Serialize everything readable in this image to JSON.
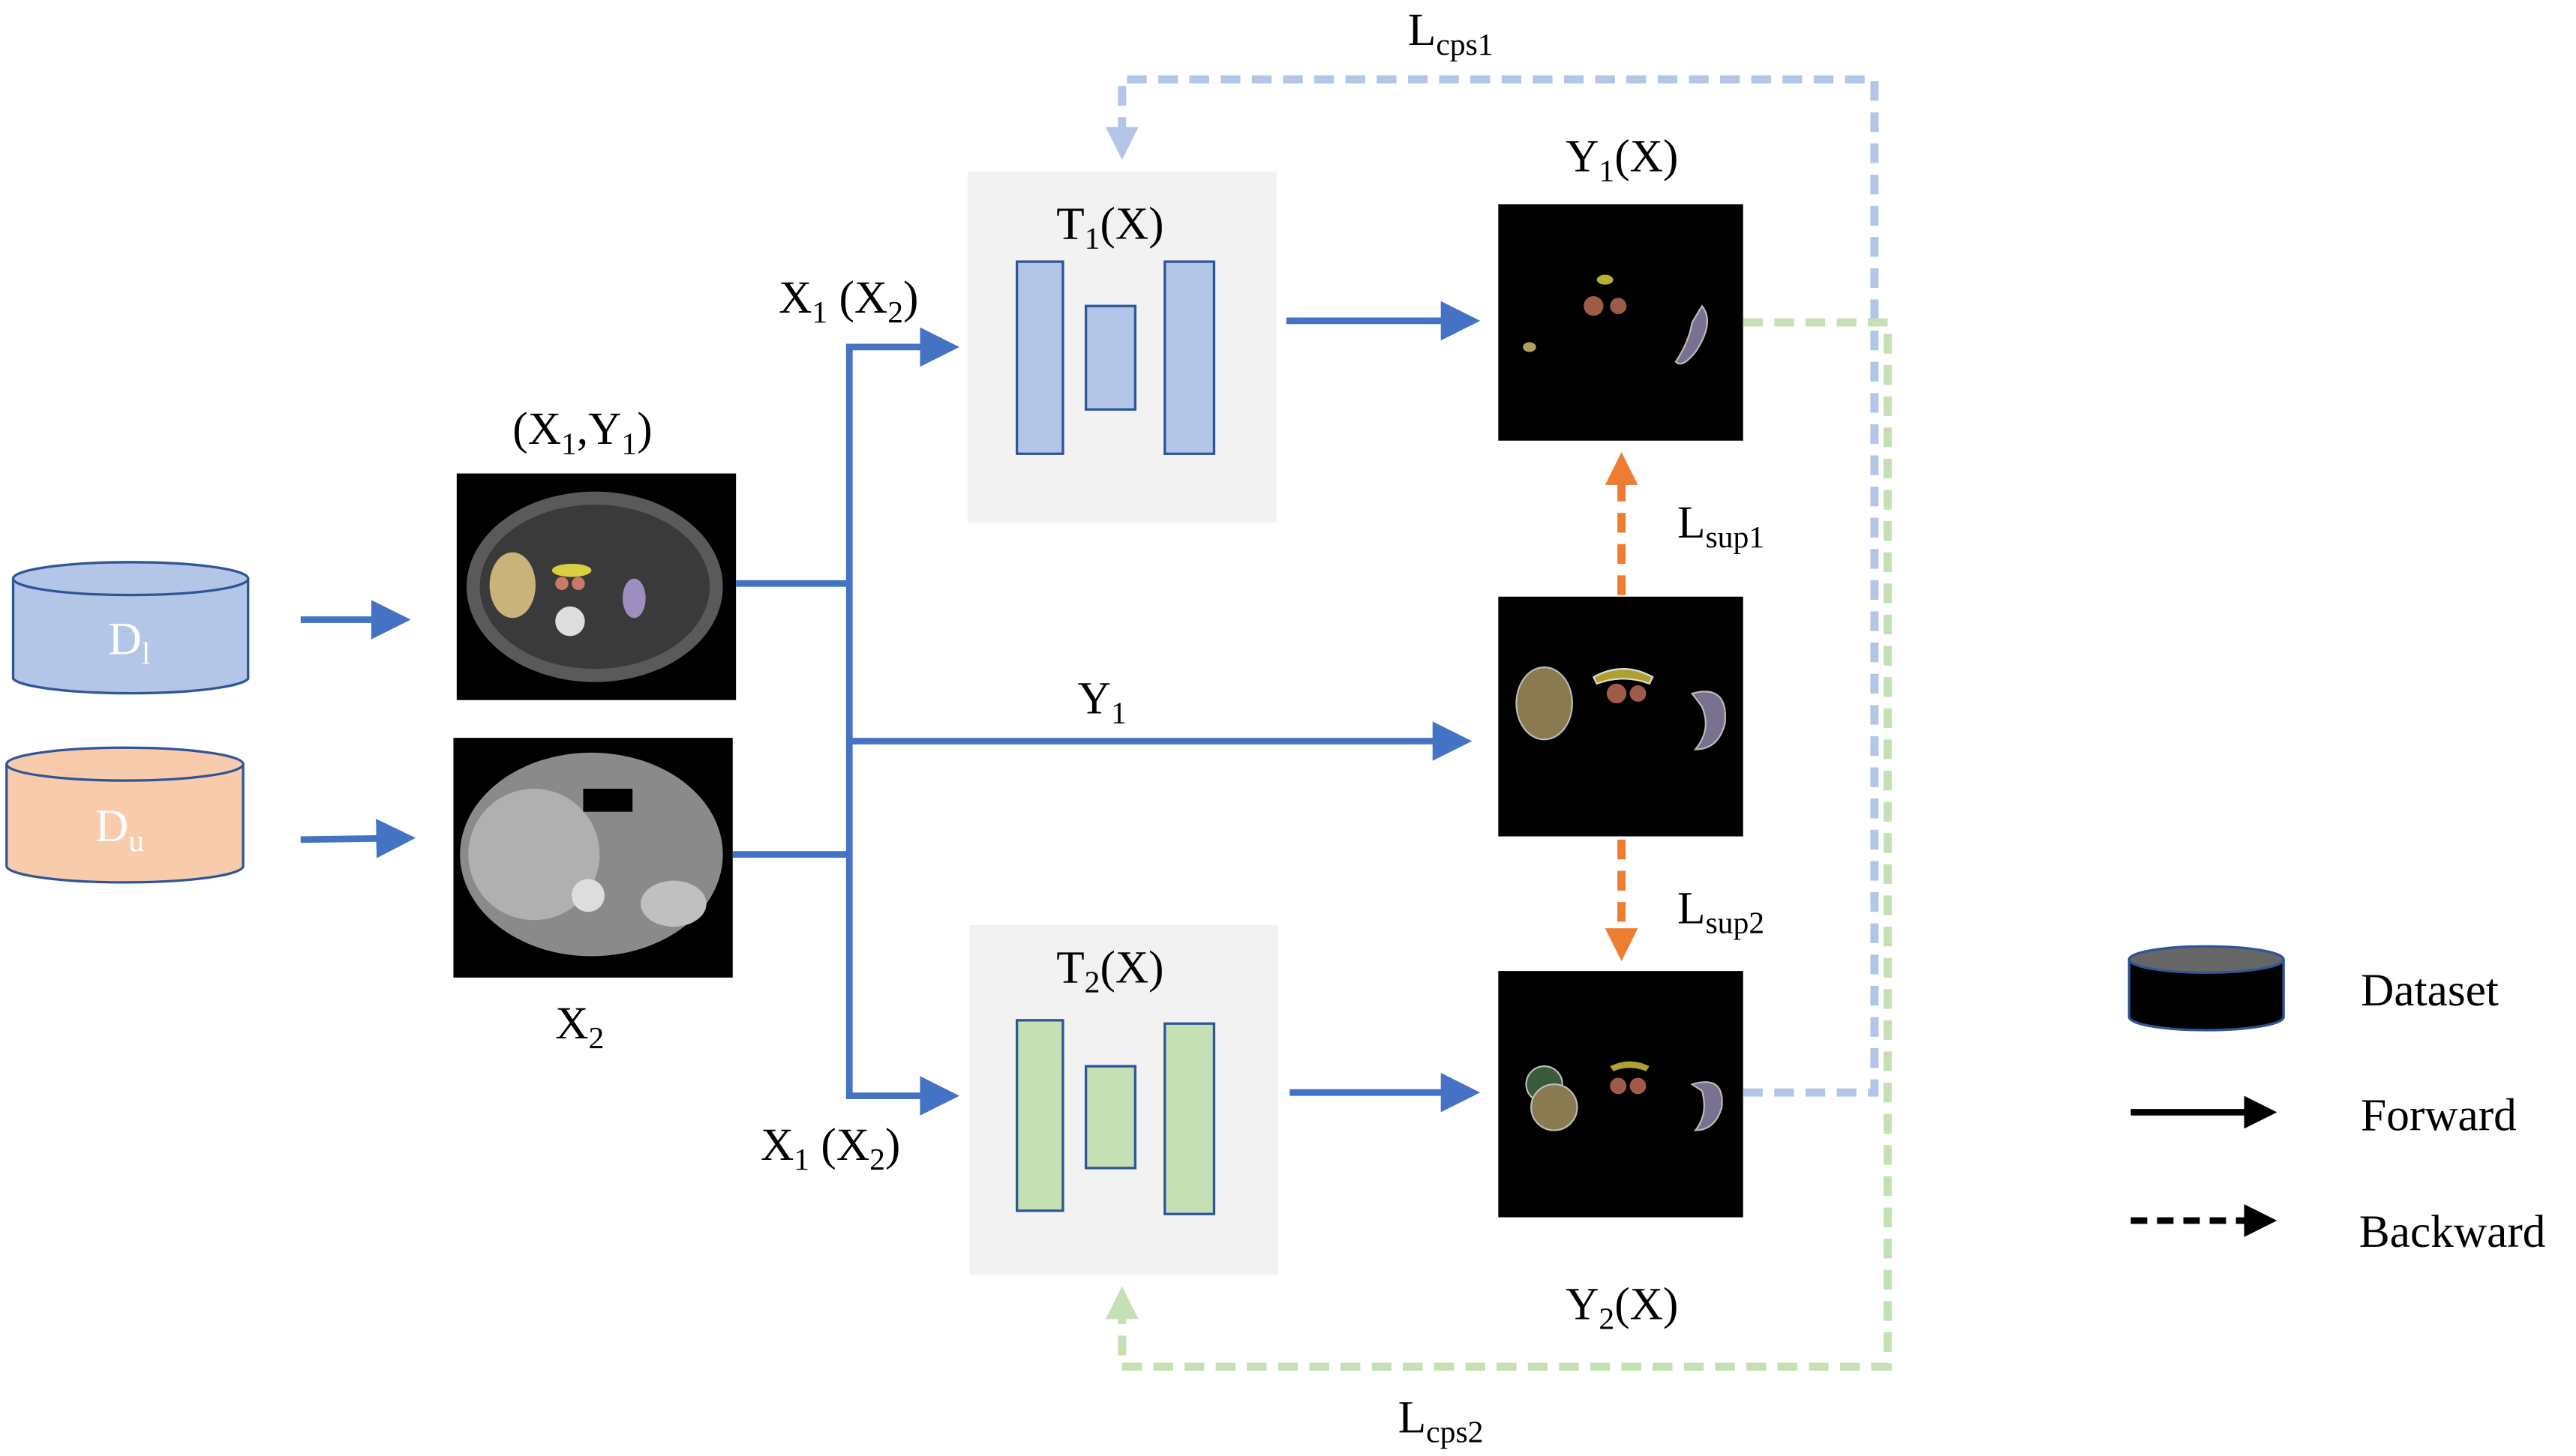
{
  "datasets": {
    "labeled": {
      "main": "D",
      "sub": "l"
    },
    "unlabeled": {
      "main": "D",
      "sub": "u"
    }
  },
  "labels": {
    "input_labeled": {
      "p1": "(X",
      "s1": "1",
      "p2": ",Y",
      "s2": "1",
      "p3": ")"
    },
    "input_unlabeled": {
      "main": "X",
      "sub": "2"
    },
    "input_top": {
      "p1": "X",
      "s1": "1",
      "p2": " (X",
      "s2": "2",
      "p3": ")"
    },
    "input_bottom": {
      "p1": "X",
      "s1": "1",
      "p2": " (X",
      "s2": "2",
      "p3": ")"
    },
    "ground_truth": {
      "main": "Y",
      "sub": "1"
    },
    "model1": {
      "p1": "T",
      "s1": "1",
      "p2": "(X)"
    },
    "model2": {
      "p1": "T",
      "s1": "2",
      "p2": "(X)"
    },
    "pred1": {
      "p1": "Y",
      "s1": "1",
      "p2": "(X)"
    },
    "pred2": {
      "p1": "Y",
      "s1": "2",
      "p2": "(X)"
    },
    "loss_sup1": {
      "main": "L",
      "sub": "sup1"
    },
    "loss_sup2": {
      "main": "L",
      "sub": "sup2"
    },
    "loss_cps1": {
      "main": "L",
      "sub": "cps1"
    },
    "loss_cps2": {
      "main": "L",
      "sub": "cps2"
    }
  },
  "legend": {
    "dataset": "Dataset",
    "forward": "Forward",
    "backward": "Backward"
  },
  "colors": {
    "forward_blue": "#4472c4",
    "model1_fill": "#b4c6e7",
    "model2_fill": "#c5e0b4",
    "unlabeled_fill": "#f8cbad",
    "sup_loss": "#ed7d31",
    "model_bg": "#f2f2f2"
  }
}
